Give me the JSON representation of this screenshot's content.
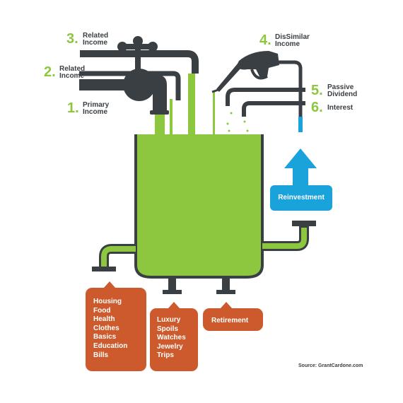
{
  "sources": [
    {
      "number": "3.",
      "label_line1": "Related",
      "label_line2": "Income"
    },
    {
      "number": "2.",
      "label_line1": "Related",
      "label_line2": "Income"
    },
    {
      "number": "1.",
      "label_line1": "Primary",
      "label_line2": "Income"
    },
    {
      "number": "4.",
      "label_line1": "DisSimilar",
      "label_line2": "Income"
    },
    {
      "number": "5.",
      "label_line1": "Passive",
      "label_line2": "Dividend"
    },
    {
      "number": "6.",
      "label_line1": "Interest",
      "label_line2": ""
    }
  ],
  "reinvestment": {
    "label": "Reinvestment"
  },
  "outflows": {
    "needs": [
      "Housing",
      "Food",
      "Health",
      "Clothes",
      "Basics",
      "Education",
      "Bills"
    ],
    "wants": [
      "Luxury",
      "Spoils",
      "Watches",
      "Jewelry",
      "Trips"
    ],
    "retirement": "Retirement"
  },
  "source_credit": "Source: GrantCardone.com",
  "colors": {
    "liquid": "#8dc63f",
    "pipe": "#3a3f44",
    "reinvest": "#1aa3db",
    "outflow": "#cc5a2c",
    "number": "#8dc63f"
  },
  "icons": [
    "faucet-icon",
    "fuel-nozzle-icon",
    "arrow-up-icon"
  ]
}
